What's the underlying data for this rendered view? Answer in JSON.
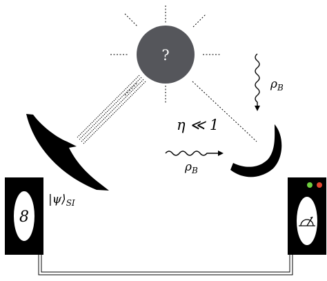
{
  "source": {
    "symbol": "?",
    "fill": "#55565b"
  },
  "labels": {
    "transmissivity": "η ≪ 1",
    "rho_symbol": "ρ",
    "rho_subscript": "B",
    "state_ket": "|ψ⟩",
    "state_subscript": "SI"
  },
  "left_module": {
    "display_symbol": "8"
  },
  "right_module": {
    "led_colors": [
      "#6fcf3f",
      "#e0452f"
    ]
  },
  "colors": {
    "ink": "#000000",
    "paper": "#ffffff"
  }
}
